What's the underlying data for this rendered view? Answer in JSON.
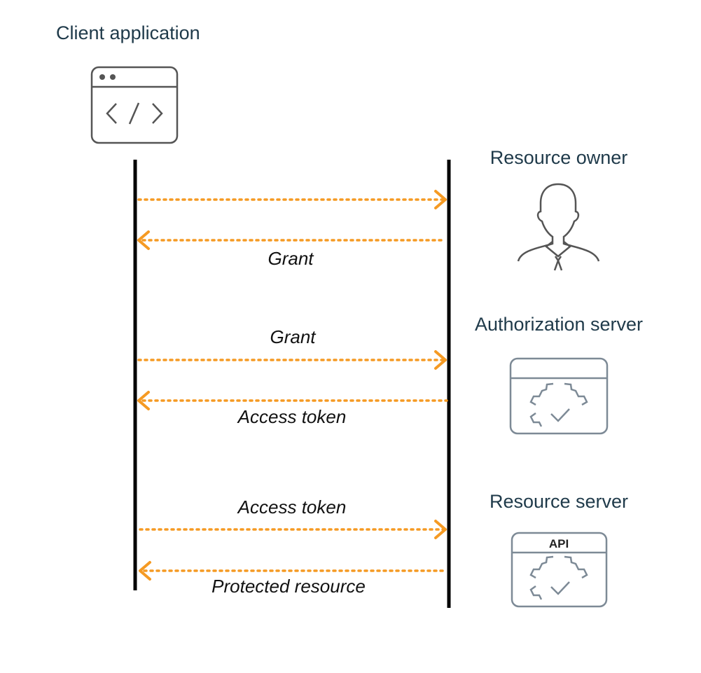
{
  "participants": {
    "client": {
      "label": "Client application",
      "icon": "code-window-icon"
    },
    "resource_owner": {
      "label": "Resource owner",
      "icon": "person-icon"
    },
    "authorization_server": {
      "label": "Authorization server",
      "icon": "gear-check-window-icon"
    },
    "resource_server": {
      "label": "Resource server",
      "icon": "api-gear-check-window-icon",
      "badge": "API"
    }
  },
  "messages": [
    {
      "id": "m1",
      "label": "",
      "direction": "right"
    },
    {
      "id": "m2",
      "label": "Grant",
      "direction": "left"
    },
    {
      "id": "m3",
      "label": "Grant",
      "direction": "right"
    },
    {
      "id": "m4",
      "label": "Access token",
      "direction": "left"
    },
    {
      "id": "m5",
      "label": "Access token",
      "direction": "right"
    },
    {
      "id": "m6",
      "label": "Protected resource",
      "direction": "left"
    }
  ],
  "colors": {
    "arrow": "#f59a23",
    "heading": "#1f3a4a",
    "lifeline": "#000000",
    "icon_server": "#7d8a96",
    "icon_client": "#555555"
  }
}
